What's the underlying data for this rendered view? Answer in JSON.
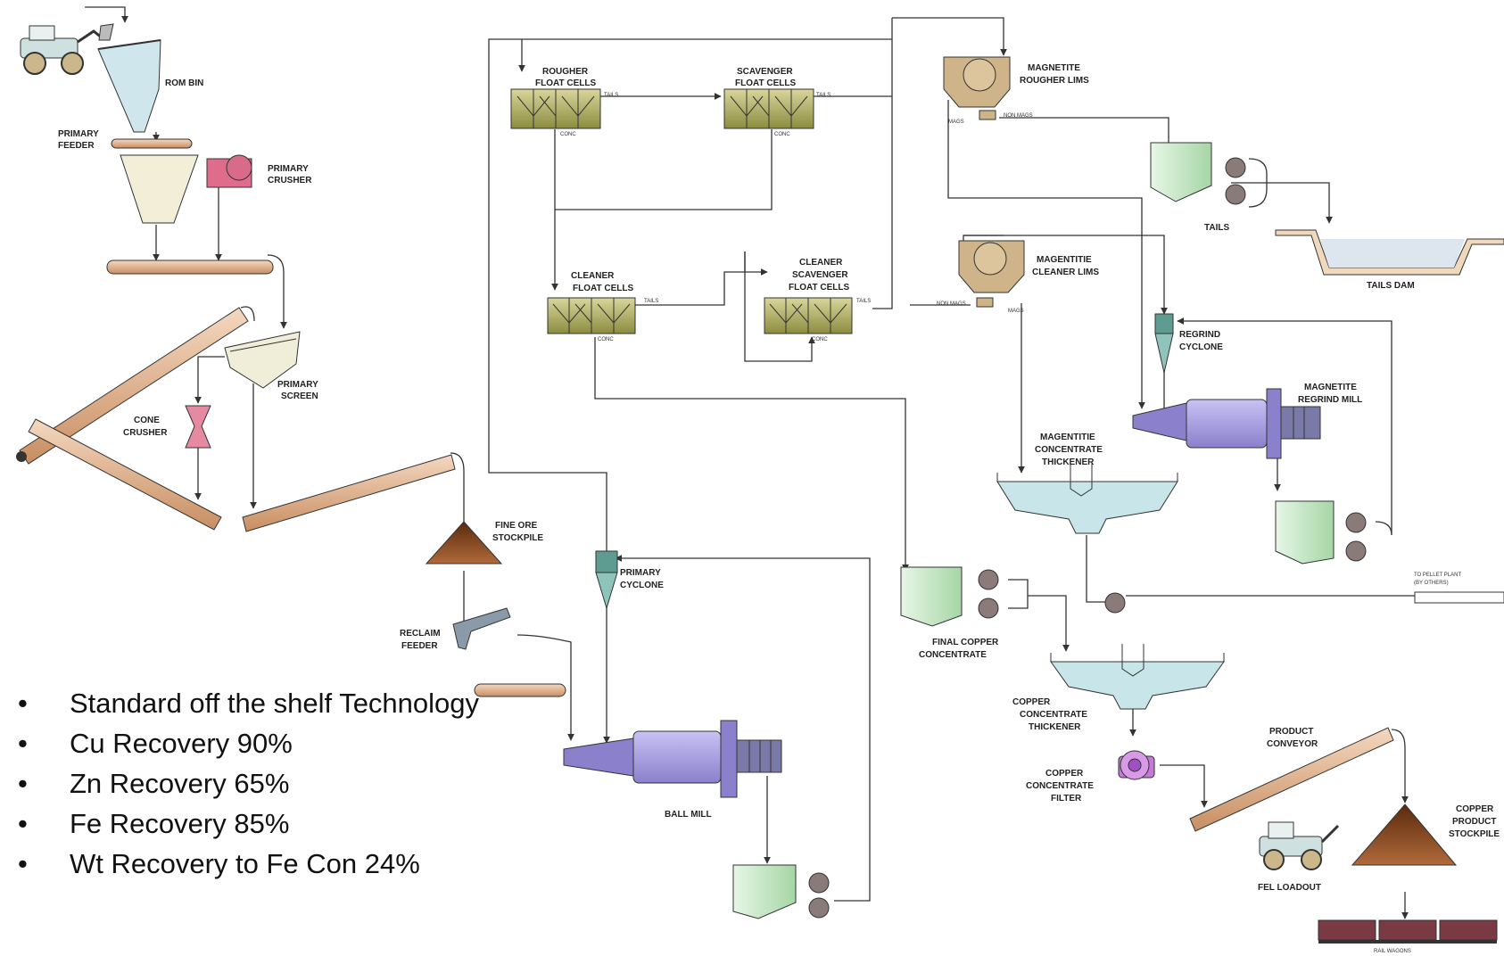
{
  "labels": {
    "rom_bin": "ROM BIN",
    "primary_feeder": [
      "PRIMARY",
      "FEEDER"
    ],
    "primary_crusher": [
      "PRIMARY",
      "CRUSHER"
    ],
    "primary_screen": [
      "PRIMARY",
      "SCREEN"
    ],
    "cone_crusher": [
      "CONE",
      "CRUSHER"
    ],
    "fine_ore_stockpile": [
      "FINE ORE",
      "STOCKPILE"
    ],
    "reclaim_feeder": [
      "RECLAIM",
      "FEEDER"
    ],
    "primary_cyclone": [
      "PRIMARY",
      "CYCLONE"
    ],
    "ball_mill": "BALL MILL",
    "rougher_float_cells": [
      "ROUGHER",
      "FLOAT CELLS"
    ],
    "scavenger_float_cells": [
      "SCAVENGER",
      "FLOAT CELLS"
    ],
    "cleaner_float_cells": [
      "CLEANER",
      "FLOAT CELLS"
    ],
    "cleaner_scavenger_float_cells": [
      "CLEANER",
      "SCAVENGER",
      "FLOAT CELLS"
    ],
    "magnetite_rougher_lims": [
      "MAGNETITE",
      "ROUGHER LIMS"
    ],
    "magentitie_cleaner_lims": [
      "MAGENTITIE",
      "CLEANER LIMS"
    ],
    "tails": "TAILS",
    "tails_dam": "TAILS DAM",
    "regrind_cyclone": [
      "REGRIND",
      "CYCLONE"
    ],
    "magnetite_regrind_mill": [
      "MAGNETITE",
      "REGRIND MILL"
    ],
    "magentitie_concentrate_thickener": [
      "MAGENTITIE",
      "CONCENTRATE",
      "THICKENER"
    ],
    "to_pellet_plant": [
      "TO PELLET PLANT",
      "(BY OTHERS)"
    ],
    "final_copper_concentrate": [
      "FINAL COPPER",
      "CONCENTRATE"
    ],
    "copper_concentrate_thickener": [
      "COPPER",
      "CONCENTRATE",
      "THICKENER"
    ],
    "copper_concentrate_filter": [
      "COPPER",
      "CONCENTRATE",
      "FILTER"
    ],
    "product_conveyor": [
      "PRODUCT",
      "CONVEYOR"
    ],
    "copper_product_stockpile": [
      "COPPER",
      "PRODUCT",
      "STOCKPILE"
    ],
    "fel_loadout": "FEL LOADOUT",
    "rail_wagons": "RAIL WAGONS"
  },
  "stream_tags": {
    "tails": "TAILS",
    "conc": "CONC",
    "mags": "MAGS",
    "non_mags": "NON MAGS"
  },
  "bullets": [
    "Standard off the shelf Technology",
    "Cu Recovery 90%",
    "Zn Recovery 65%",
    "Fe Recovery 85%",
    "Wt Recovery to Fe Con 24%"
  ],
  "colors": {
    "conveyor": "#e2b48e",
    "float_cell": "#bcbc6e",
    "lims": "#cfb48a",
    "sump": "#c2e4c2",
    "pump": "#8a7a78",
    "mill": "#a9a0e2",
    "crusher": "#e06c8c",
    "stockpile": "#8a4a22",
    "thickener": "#c8e6ea",
    "cyclone": "#5e9c92",
    "line": "#333333"
  }
}
